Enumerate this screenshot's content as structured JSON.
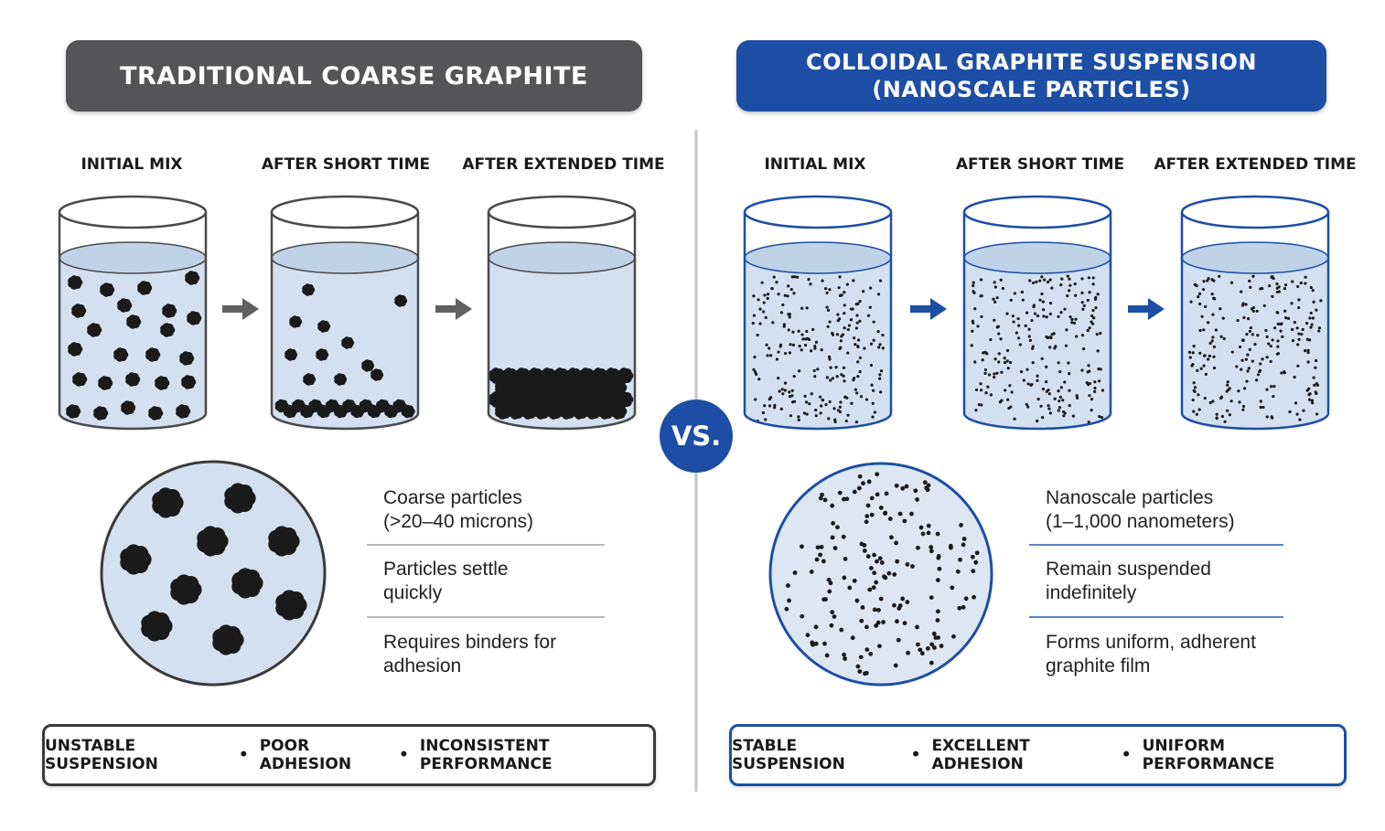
{
  "left": {
    "title": "TRADITIONAL COARSE GRAPHITE",
    "stages": [
      "INITIAL MIX",
      "AFTER SHORT TIME",
      "AFTER EXTENDED TIME"
    ],
    "points": [
      {
        "line1": "Coarse particles",
        "line2": "(>20–40 microns)"
      },
      {
        "line1": "Particles settle",
        "line2": "quickly"
      },
      {
        "line1": "Requires binders for",
        "line2": "adhesion"
      }
    ],
    "footer": [
      "UNSTABLE SUSPENSION",
      "POOR ADHESION",
      "INCONSISTENT PERFORMANCE"
    ]
  },
  "right": {
    "title_line1": "COLLOIDAL GRAPHITE SUSPENSION",
    "title_line2": "(NANOSCALE PARTICLES)",
    "stages": [
      "INITIAL MIX",
      "AFTER SHORT TIME",
      "AFTER EXTENDED TIME"
    ],
    "points": [
      {
        "line1": "Nanoscale particles",
        "line2": "(1–1,000 nanometers)"
      },
      {
        "line1": "Remain suspended",
        "line2": "indefinitely"
      },
      {
        "line1": "Forms uniform, adherent",
        "line2": "graphite film"
      }
    ],
    "footer": [
      "STABLE SUSPENSION",
      "EXCELLENT ADHESION",
      "UNIFORM PERFORMANCE"
    ]
  },
  "vs_label": "VS.",
  "separator": "•",
  "colors": {
    "gray_header": "#555558",
    "blue_accent": "#1d4ea6",
    "liquid": "#d3e0ef",
    "particle": "#1a1a1a"
  }
}
